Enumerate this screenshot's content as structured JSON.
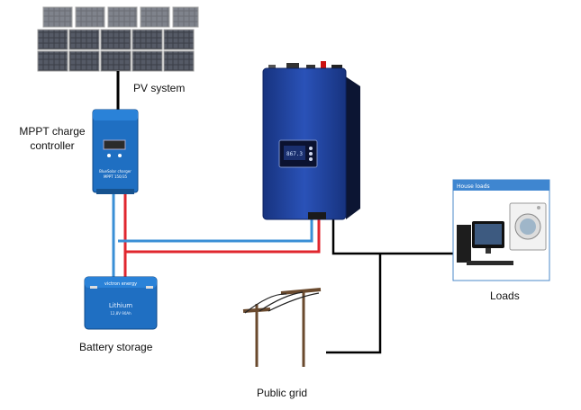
{
  "labels": {
    "pv_system": "PV system",
    "mppt_line1": "MPPT charge",
    "mppt_line2": "controller",
    "battery_storage": "Battery storage",
    "public_grid": "Public grid",
    "loads": "Loads"
  },
  "devices": {
    "controller_text": "BlueSolar charger MPPT 150/35",
    "battery_brand": "victron energy",
    "battery_name": "Lithium",
    "battery_spec": "12,8V 90Ah",
    "inverter_display": "867.3",
    "house_loads_title": "House loads"
  },
  "colors": {
    "positive_wire": "#e0262e",
    "negative_wire": "#3a8fd6",
    "ac_wire": "#000000",
    "inverter_body": "#1e3f9a",
    "victron_blue": "#1f6fc2"
  },
  "icons": [
    "solar-panel-icon",
    "charge-controller-icon",
    "battery-icon",
    "grid-tie-inverter-icon",
    "utility-pole-icon",
    "computer-icon",
    "washing-machine-icon"
  ]
}
